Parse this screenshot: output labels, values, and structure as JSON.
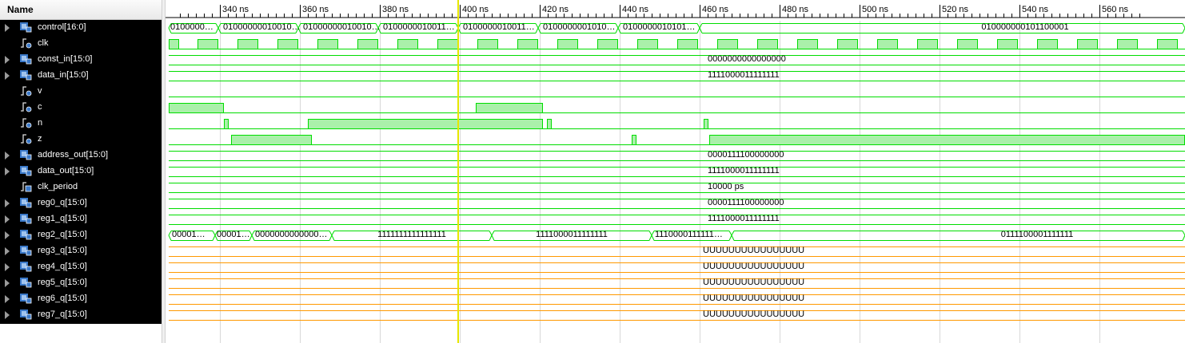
{
  "name_header": "Name",
  "ruler_ticks": [
    "340 ns",
    "360 ns",
    "380 ns",
    "400 ns",
    "420 ns",
    "440 ns",
    "460 ns",
    "480 ns",
    "500 ns",
    "520 ns",
    "540 ns",
    "560 ns"
  ],
  "colors": {
    "wave": "#00dd00",
    "fill": "#aaf0aa",
    "undefined": "#ff9900",
    "cursor": "#e6e600"
  },
  "signals": [
    {
      "name": "control[16:0]",
      "kind": "bus",
      "expandable": true,
      "icon": "bus-signal-icon",
      "segments": [
        "0100000…",
        "01000000010010…",
        "01000000010010…",
        "0100000010011…",
        "0100000010011…",
        "0100000001010…",
        "0100000010101…",
        "010000000101100001"
      ]
    },
    {
      "name": "clk",
      "kind": "bit",
      "expandable": false,
      "icon": "bit-signal-icon"
    },
    {
      "name": "const_in[15:0]",
      "kind": "bus",
      "expandable": true,
      "icon": "bus-signal-icon",
      "value": "0000000000000000"
    },
    {
      "name": "data_in[15:0]",
      "kind": "bus",
      "expandable": true,
      "icon": "bus-signal-icon",
      "value": "1111000011111111"
    },
    {
      "name": "v",
      "kind": "bit",
      "expandable": false,
      "icon": "bit-signal-icon"
    },
    {
      "name": "c",
      "kind": "bit",
      "expandable": false,
      "icon": "bit-signal-icon"
    },
    {
      "name": "n",
      "kind": "bit",
      "expandable": false,
      "icon": "bit-signal-icon"
    },
    {
      "name": "z",
      "kind": "bit",
      "expandable": false,
      "icon": "bit-signal-icon"
    },
    {
      "name": "address_out[15:0]",
      "kind": "bus",
      "expandable": true,
      "icon": "bus-signal-icon",
      "value": "0000111100000000"
    },
    {
      "name": "data_out[15:0]",
      "kind": "bus",
      "expandable": true,
      "icon": "bus-signal-icon",
      "value": "1111000011111111"
    },
    {
      "name": "clk_period",
      "kind": "const",
      "expandable": false,
      "icon": "constant-signal-icon",
      "value": "10000 ps"
    },
    {
      "name": "reg0_q[15:0]",
      "kind": "bus",
      "expandable": true,
      "icon": "bus-signal-icon",
      "value": "0000111100000000"
    },
    {
      "name": "reg1_q[15:0]",
      "kind": "bus",
      "expandable": true,
      "icon": "bus-signal-icon",
      "value": "1111000011111111"
    },
    {
      "name": "reg2_q[15:0]",
      "kind": "bus",
      "expandable": true,
      "icon": "bus-signal-icon",
      "segments": [
        "00001…",
        "00001…",
        "0000000000000…",
        "1111111111111111",
        "1111000011111111",
        "1110000111111…",
        "0111100001111111"
      ]
    },
    {
      "name": "reg3_q[15:0]",
      "kind": "undef",
      "expandable": true,
      "icon": "bus-signal-icon",
      "value": "UUUUUUUUUUUUUUUU"
    },
    {
      "name": "reg4_q[15:0]",
      "kind": "undef",
      "expandable": true,
      "icon": "bus-signal-icon",
      "value": "UUUUUUUUUUUUUUUU"
    },
    {
      "name": "reg5_q[15:0]",
      "kind": "undef",
      "expandable": true,
      "icon": "bus-signal-icon",
      "value": "UUUUUUUUUUUUUUUU"
    },
    {
      "name": "reg6_q[15:0]",
      "kind": "undef",
      "expandable": true,
      "icon": "bus-signal-icon",
      "value": "UUUUUUUUUUUUUUUU"
    },
    {
      "name": "reg7_q[15:0]",
      "kind": "undef",
      "expandable": true,
      "icon": "bus-signal-icon",
      "value": "UUUUUUUUUUUUUUUU"
    }
  ]
}
